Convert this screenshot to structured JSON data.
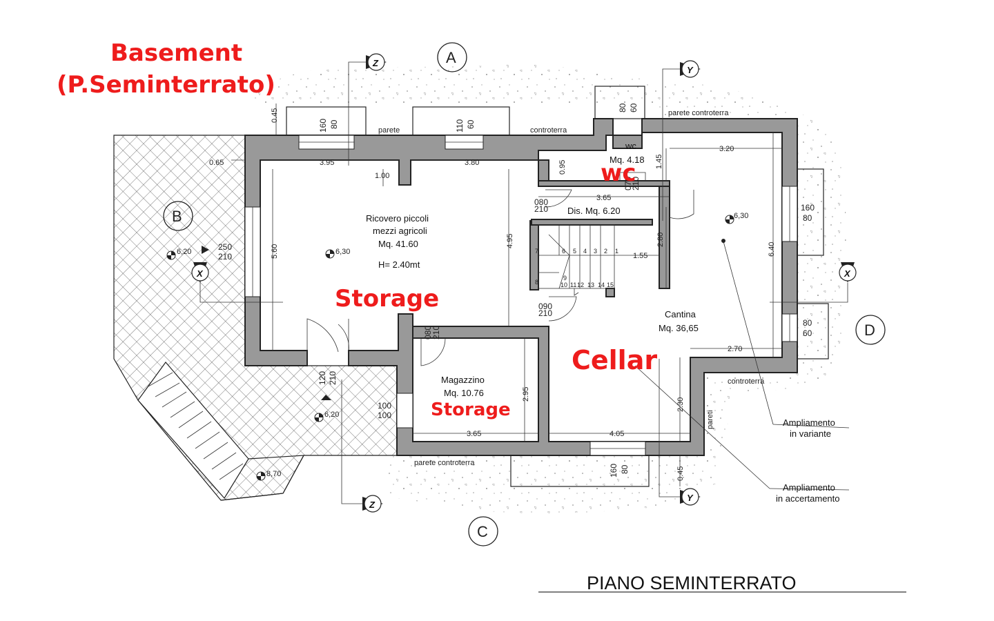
{
  "header": {
    "title_en": "Basement",
    "title_it": "(P.Seminterrato)"
  },
  "plan_title": "PIANO SEMINTERRATO",
  "rooms": {
    "ricovero": {
      "line1": "Ricovero piccoli",
      "line2": "mezzi agricoli",
      "area": "Mq. 41.60",
      "height": "H= 2.40mt",
      "label_en": "Storage"
    },
    "magazzino": {
      "name": "Magazzino",
      "area": "Mq. 10.76",
      "label_en": "Storage"
    },
    "wc": {
      "name": "wc",
      "area": "Mq. 4.18",
      "label_en": "wc"
    },
    "dis": {
      "name": "Dis. Mq. 6.20"
    },
    "cantina": {
      "name": "Cantina",
      "area": "Mq. 36,65",
      "label_en": "Cellar"
    }
  },
  "grid_markers": [
    "A",
    "B",
    "C",
    "D"
  ],
  "section_markers": {
    "z": "Z",
    "y": "Y",
    "x": "X"
  },
  "dimensions": {
    "d395": "3.95",
    "d380": "3.80",
    "d100": "1.00",
    "d560": "5.60",
    "d495": "4.95",
    "d365a": "3.65",
    "d095": "0.95",
    "d145": "1.45",
    "d320": "3.20",
    "d280": "2.80",
    "d155": "1.55",
    "d640": "6.40",
    "d270": "2.70",
    "d295": "2.95",
    "d365b": "3.65",
    "d405": "4.05",
    "d230": "2.30",
    "d045a": "0.45",
    "d045b": "0.45",
    "d065": "0.65"
  },
  "windows": {
    "w1": [
      "160",
      "80"
    ],
    "w2": [
      "110",
      "60"
    ],
    "w3": [
      "80",
      "60"
    ],
    "w4": [
      "160",
      "80"
    ],
    "w5": [
      "80",
      "60"
    ],
    "w6": [
      "160",
      "80"
    ],
    "w7": [
      "100",
      "100"
    ],
    "door1": [
      "250",
      "210"
    ],
    "door2": [
      "120",
      "210"
    ],
    "door3": [
      "080",
      "210"
    ],
    "door4": [
      "090",
      "210"
    ],
    "door5": [
      "080",
      "210"
    ],
    "door6": [
      "070",
      "210"
    ]
  },
  "wall_labels": {
    "parete1": "parete",
    "controterra1": "controterra",
    "parete_ct_top": "parete  controterra",
    "controterra2": "controterra",
    "pareti": "pareti",
    "parete_ct_bottom": "parete  controterra"
  },
  "levels": {
    "l1": "6,30",
    "l2": "6,20",
    "l3": "6,20",
    "l4": "6,30",
    "l5": "8,70"
  },
  "stairs": {
    "top": [
      "6",
      "5",
      "4",
      "3",
      "2",
      "1"
    ],
    "bottom": [
      "10",
      "11",
      "12",
      "13",
      "14",
      "15"
    ],
    "left_top": "7",
    "left_bottom": "8",
    "corner": "9"
  },
  "notes": {
    "ampliamento_variante": [
      "Ampliamento",
      "in variante"
    ],
    "ampliamento_accertamento": [
      "Ampliamento",
      "in accertamento"
    ]
  }
}
